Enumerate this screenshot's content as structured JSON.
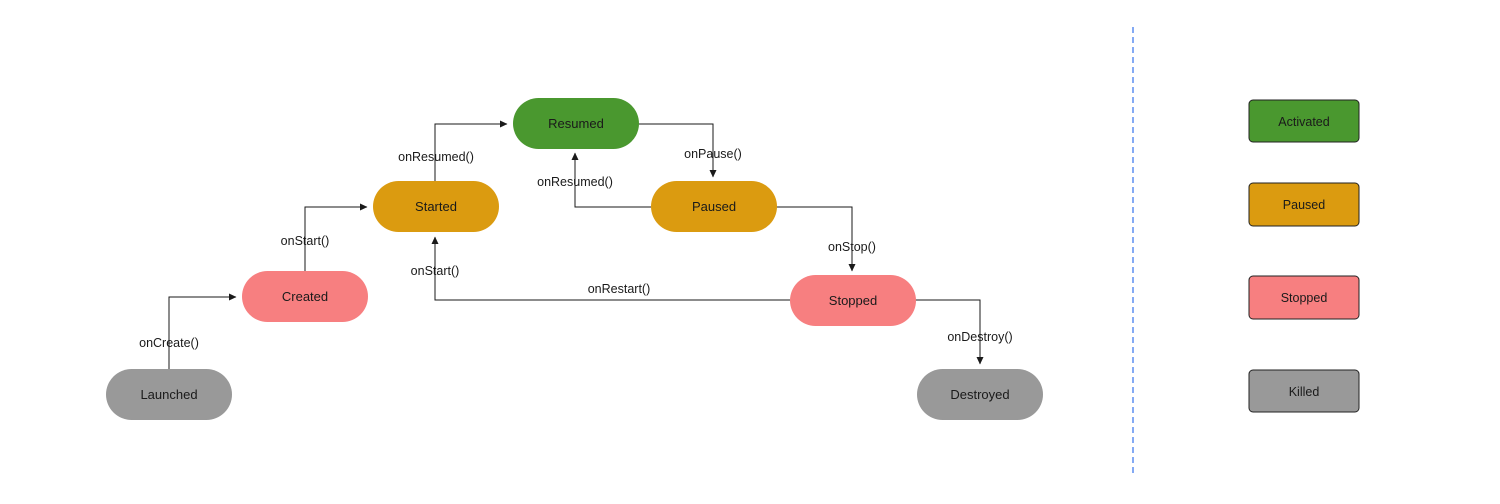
{
  "colors": {
    "activated": "#4a982f",
    "paused": "#db9b10",
    "stopped": "#f77f80",
    "killed": "#999999",
    "divider": "#5b8ef0",
    "line": "#1a1a1a"
  },
  "states": {
    "launched": "Launched",
    "created": "Created",
    "started": "Started",
    "resumed": "Resumed",
    "paused": "Paused",
    "stopped": "Stopped",
    "destroyed": "Destroyed"
  },
  "transitions": {
    "on_create": "onCreate()",
    "on_start": "onStart()",
    "on_resumed": "onResumed()",
    "on_pause": "onPause()",
    "on_resumed_back": "onResumed()",
    "on_stop": "onStop()",
    "on_restart": "onRestart()",
    "on_start_restart": "onStart()",
    "on_destroy": "onDestroy()"
  },
  "legend": {
    "activated": "Activated",
    "paused": "Paused",
    "stopped": "Stopped",
    "killed": "Killed"
  }
}
